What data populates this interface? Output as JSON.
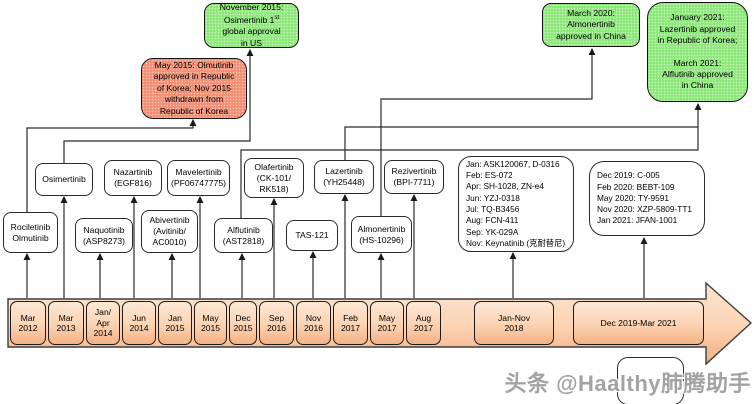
{
  "callouts": {
    "nov2015": {
      "lines": [
        "November 2015:",
        "Osimertinib 1",
        "global approval",
        "in US"
      ],
      "sup": "st"
    },
    "may2015": {
      "lines": [
        "May 2015: Olmutinib",
        "approved in Republic",
        "of Korea; Nov 2015",
        "withdrawn from",
        "Republic of Korea"
      ]
    },
    "mar2020": {
      "lines": [
        "March 2020:",
        "Almonertinib",
        "approved in China"
      ]
    },
    "jan2021": {
      "lines": [
        "January 2021:",
        "Lazertinib approved",
        "in Republic of Korea;",
        "March 2021:",
        "Alflutinib approved",
        "in China"
      ]
    }
  },
  "drugs": {
    "rociletinib": {
      "lines": [
        "Rociletinib",
        "Olmutinib"
      ]
    },
    "osimertinib": {
      "lines": [
        "Osimertinib"
      ]
    },
    "naquotinib": {
      "lines": [
        "Naquotinib",
        "(ASP8273)"
      ]
    },
    "nazartinib": {
      "lines": [
        "Nazartinib",
        "(EGF816)"
      ]
    },
    "abivertinib": {
      "lines": [
        "Abivertinib",
        "(Avitinib/",
        "AC0010)"
      ]
    },
    "mavelertinib": {
      "lines": [
        "Mavelertinib",
        "(PF06747775)"
      ]
    },
    "alflutinib": {
      "lines": [
        "Alflutinib",
        "(AST2818)"
      ]
    },
    "olafertinib": {
      "lines": [
        "Olafertinib",
        "(CK-101/",
        "RK518)"
      ]
    },
    "tas121": {
      "lines": [
        "TAS-121"
      ]
    },
    "lazertinib": {
      "lines": [
        "Lazertinib",
        "(YH25448)"
      ]
    },
    "almonertinib": {
      "lines": [
        "Almonertinib",
        "(HS-10296)"
      ]
    },
    "rezivertinib": {
      "lines": [
        "Rezivertinib",
        "(BPI-7711)"
      ]
    },
    "trials2018": {
      "lines": [
        "Jan: ASK120067, D-0316",
        "Feb: ES-072",
        "Apr: SH-1028, ZN-e4",
        "Jun: YZJ-0318",
        "Jul: TQ-B3456",
        "Aug: FCN-411",
        "Sep: YK-029A",
        "Nov: Keynatinib (克耐替尼)"
      ]
    },
    "trials2019_21": {
      "lines": [
        "Dec 2019: C-005",
        "Feb 2020: BEBT-109",
        "May 2020: TY-9591",
        "Nov 2020: XZP-5809-TT1",
        "Jan 2021: JFAN-1001"
      ]
    }
  },
  "timeline": {
    "segments": [
      {
        "lines": [
          "Mar",
          "2012"
        ]
      },
      {
        "lines": [
          "Mar",
          "2013"
        ]
      },
      {
        "lines": [
          "Jan/",
          "Apr",
          "2014"
        ]
      },
      {
        "lines": [
          "Jun",
          "2014"
        ]
      },
      {
        "lines": [
          "Jan",
          "2015"
        ]
      },
      {
        "lines": [
          "May",
          "2015"
        ]
      },
      {
        "lines": [
          "Dec",
          "2015"
        ]
      },
      {
        "lines": [
          "Sep",
          "2016"
        ]
      },
      {
        "lines": [
          "Nov",
          "2016"
        ]
      },
      {
        "lines": [
          "Feb",
          "2017"
        ]
      },
      {
        "lines": [
          "May",
          "2017"
        ]
      },
      {
        "lines": [
          "Aug",
          "2017"
        ]
      },
      {
        "lines": [
          "Jan-Nov",
          "2018"
        ]
      },
      {
        "lines": [
          "Dec 2019-Mar 2021"
        ]
      }
    ]
  },
  "watermark": "头条 @Haalthy肺腾助手",
  "colors": {
    "callout_green": "#8de87a",
    "callout_orange": "#f28e73",
    "timeline_peach": "#fbd3b2",
    "line": "#2a2a2a"
  }
}
